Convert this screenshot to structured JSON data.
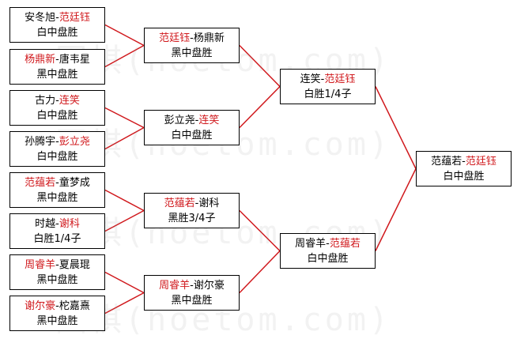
{
  "colors": {
    "line": "#d0181c",
    "winner": "#d0181c",
    "text": "#000000"
  },
  "watermark": "围棋(hoetom.com)",
  "round1": [
    {
      "p1": "安冬旭",
      "p2": "范廷钰",
      "winner": 2,
      "result": "白中盘胜"
    },
    {
      "p1": "杨鼎新",
      "p2": "唐韦星",
      "winner": 1,
      "result": "黑中盘胜"
    },
    {
      "p1": "古力",
      "p2": "连笑",
      "winner": 2,
      "result": "白中盘胜"
    },
    {
      "p1": "孙腾宇",
      "p2": "彭立尧",
      "winner": 2,
      "result": "白中盘胜"
    },
    {
      "p1": "范蕴若",
      "p2": "童梦成",
      "winner": 1,
      "result": "黑中盘胜"
    },
    {
      "p1": "时越",
      "p2": "谢科",
      "winner": 2,
      "result": "白胜1/4子"
    },
    {
      "p1": "周睿羊",
      "p2": "夏晨琨",
      "winner": 1,
      "result": "黑中盘胜"
    },
    {
      "p1": "谢尔豪",
      "p2": "柁嘉熹",
      "winner": 1,
      "result": "黑中盘胜"
    }
  ],
  "round2": [
    {
      "p1": "范廷钰",
      "p2": "杨鼎新",
      "winner": 1,
      "result": "黑中盘胜"
    },
    {
      "p1": "彭立尧",
      "p2": "连笑",
      "winner": 2,
      "result": "白中盘胜"
    },
    {
      "p1": "范蕴若",
      "p2": "谢科",
      "winner": 1,
      "result": "黑胜3/4子"
    },
    {
      "p1": "周睿羊",
      "p2": "谢尔豪",
      "winner": 1,
      "result": "黑中盘胜"
    }
  ],
  "round3": [
    {
      "p1": "连笑",
      "p2": "范廷钰",
      "winner": 2,
      "result": "白胜1/4子"
    },
    {
      "p1": "周睿羊",
      "p2": "范蕴若",
      "winner": 2,
      "result": "白中盘胜"
    }
  ],
  "final": [
    {
      "p1": "范蕴若",
      "p2": "范廷钰",
      "winner": 2,
      "result": "白中盘胜"
    }
  ]
}
